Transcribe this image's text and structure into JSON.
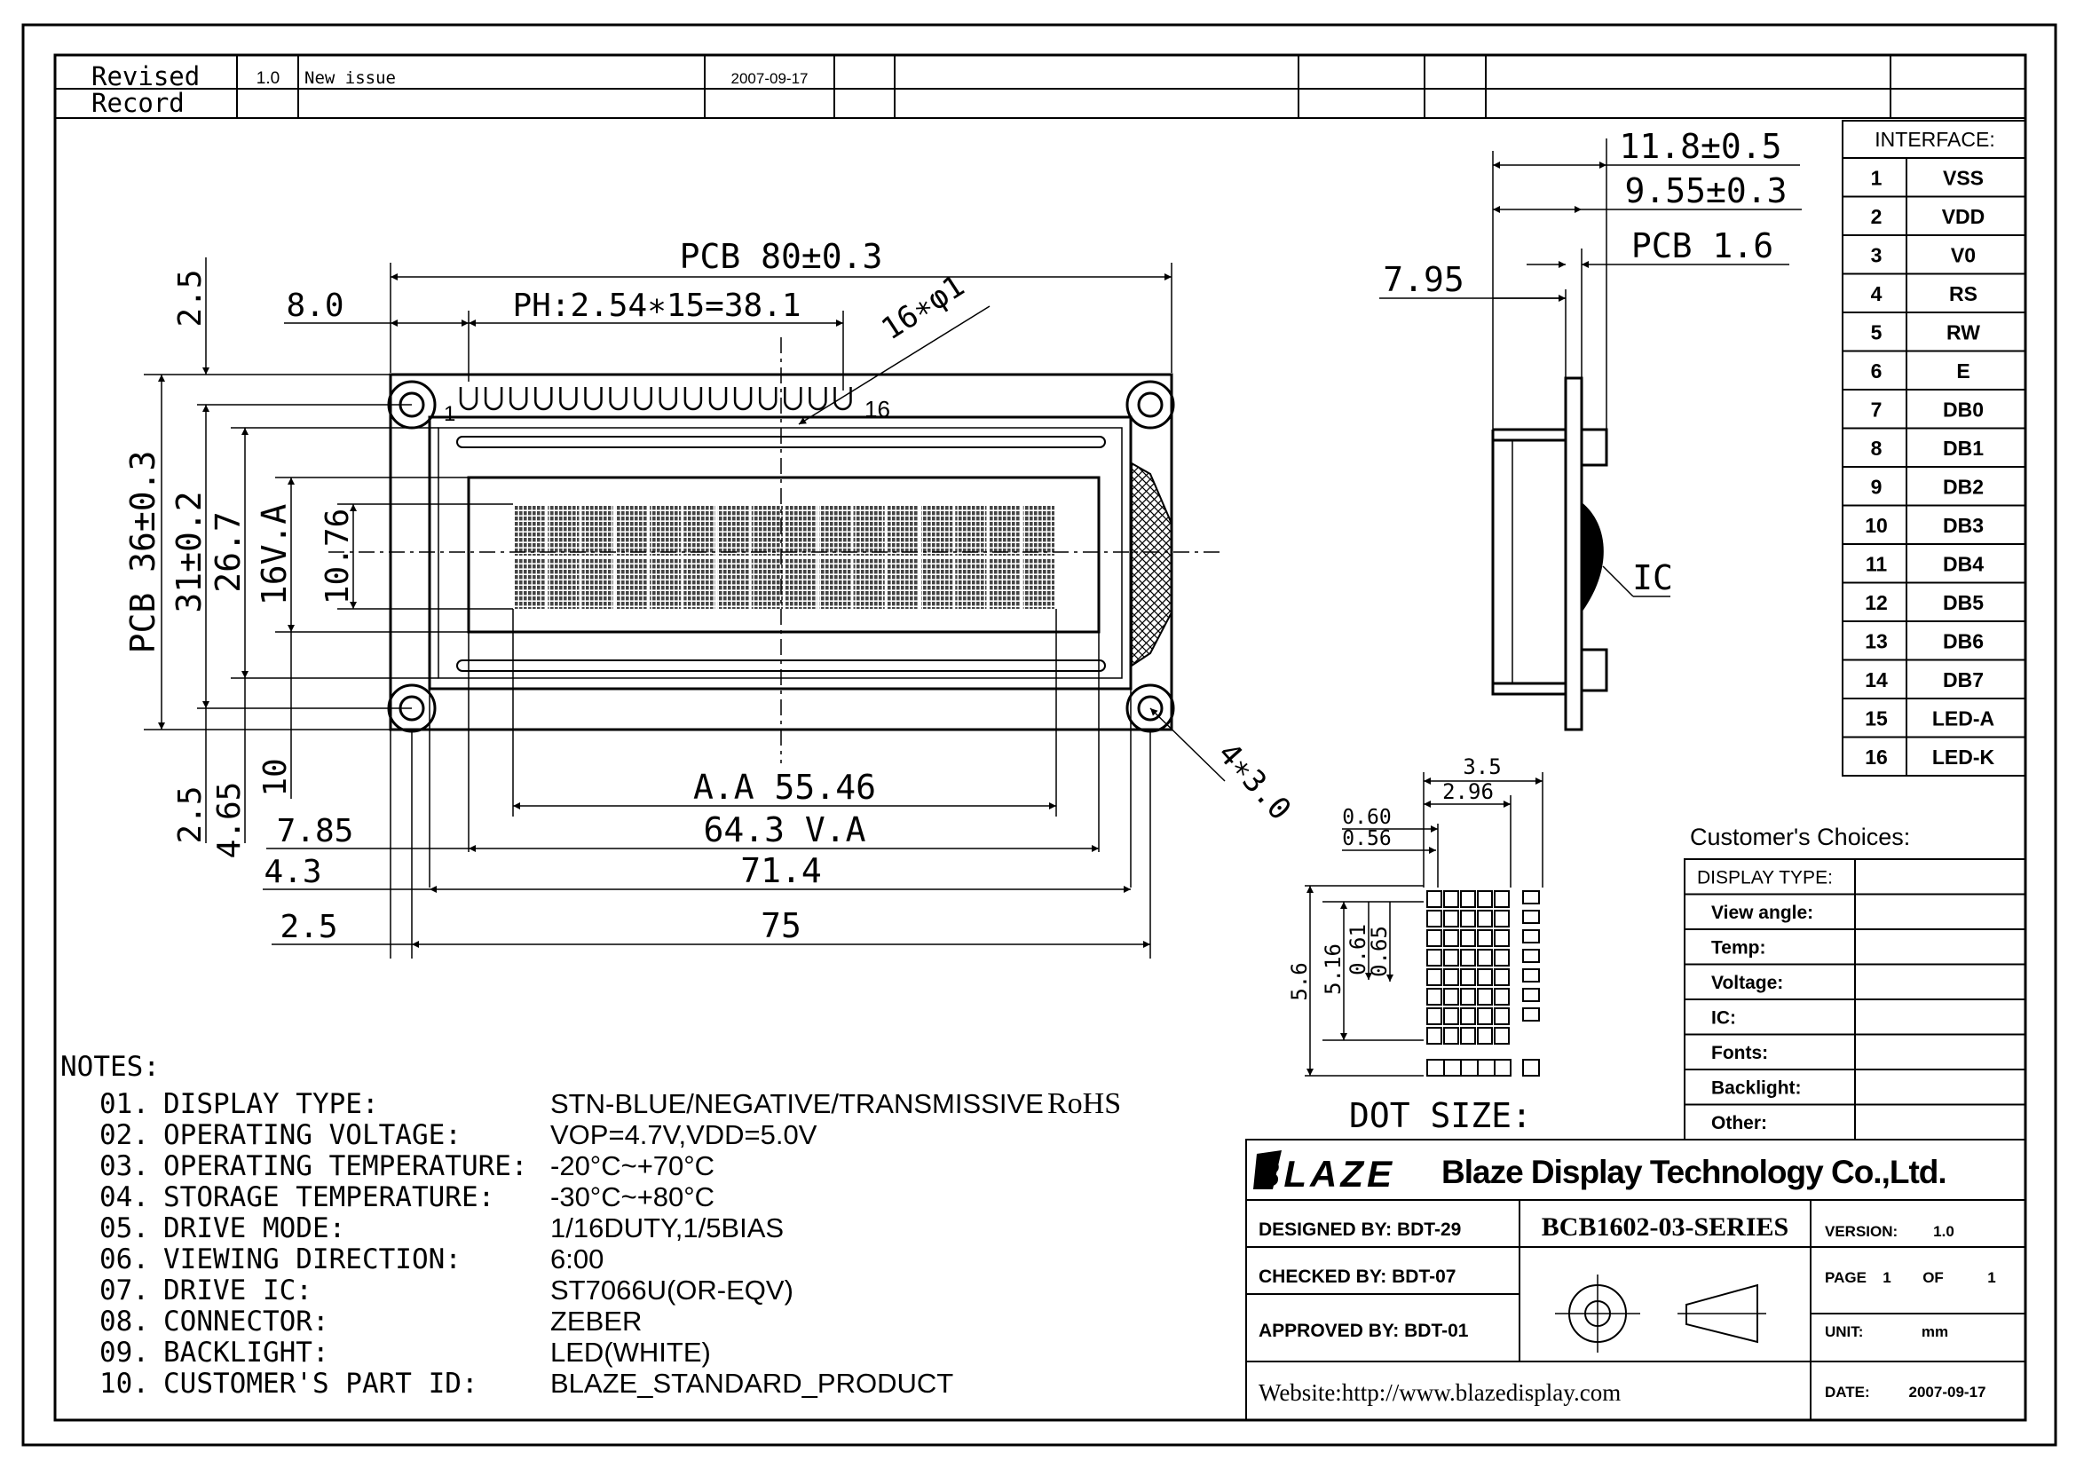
{
  "revision": {
    "heading": "Revised\nRecord",
    "version": "1.0",
    "description": "New issue",
    "date": "2007-09-17"
  },
  "front_view": {
    "dims": {
      "pcb_width": "PCB 80±0.3",
      "pin_pitch": "PH:2.54∗15=38.1",
      "left_offset_top": "8.0",
      "top_margin": "2.5",
      "pin_holes": "16∗φ1",
      "pin_first": "1",
      "pin_last": "16",
      "pcb_height": "PCB 36±0.3",
      "hole_spacing_v": "31±0.2",
      "bezel_height": "26.7",
      "va_height": "16V.A",
      "aa_height": "10.76",
      "bottom_2_5": "2.5",
      "bottom_4_65": "4.65",
      "bottom_10": "10",
      "mount_holes": "4∗3.0",
      "aa_width": "A.A 55.46",
      "va_width": "64.3 V.A",
      "bezel_width": "71.4",
      "hole_spacing_h": "75",
      "left_7_85": "7.85",
      "left_4_3": "4.3",
      "left_2_5": "2.5"
    }
  },
  "side_view": {
    "dims": {
      "total_thickness": "11.8±0.5",
      "module_thickness": "9.55±0.3",
      "pcb_thickness": "PCB 1.6",
      "bezel_offset": "7.95",
      "ic_label": "IC"
    }
  },
  "dot_size": {
    "title": "DOT SIZE:",
    "dims": {
      "char_width": "3.5",
      "dots_width": "2.96",
      "dot_pitch_w": "0.60",
      "dot_w": "0.56",
      "char_height": "5.6",
      "dots_height": "5.16",
      "dot_pitch_h": "0.61",
      "dot_h": "0.65"
    }
  },
  "interface": {
    "title": "INTERFACE:",
    "pins": [
      {
        "no": "1",
        "name": "VSS"
      },
      {
        "no": "2",
        "name": "VDD"
      },
      {
        "no": "3",
        "name": "V0"
      },
      {
        "no": "4",
        "name": "RS"
      },
      {
        "no": "5",
        "name": "RW"
      },
      {
        "no": "6",
        "name": "E"
      },
      {
        "no": "7",
        "name": "DB0"
      },
      {
        "no": "8",
        "name": "DB1"
      },
      {
        "no": "9",
        "name": "DB2"
      },
      {
        "no": "10",
        "name": "DB3"
      },
      {
        "no": "11",
        "name": "DB4"
      },
      {
        "no": "12",
        "name": "DB5"
      },
      {
        "no": "13",
        "name": "DB6"
      },
      {
        "no": "14",
        "name": "DB7"
      },
      {
        "no": "15",
        "name": "LED-A"
      },
      {
        "no": "16",
        "name": "LED-K"
      }
    ]
  },
  "customer_choices": {
    "title": "Customer's Choices:",
    "rows": [
      "DISPLAY TYPE:",
      "View angle:",
      "Temp:",
      "Voltage:",
      "IC:",
      "Fonts:",
      "Backlight:",
      "Other:"
    ]
  },
  "notes": {
    "heading": "NOTES:",
    "items": [
      {
        "num": "01.",
        "label": "DISPLAY TYPE:",
        "value": "STN-BLUE/NEGATIVE/TRANSMISSIVE",
        "extra": "RoHS"
      },
      {
        "num": "02.",
        "label": "OPERATING VOLTAGE:",
        "value": "VOP=4.7V,VDD=5.0V"
      },
      {
        "num": "03.",
        "label": "OPERATING TEMPERATURE:",
        "value": "-20°C~+70°C"
      },
      {
        "num": "04.",
        "label": "STORAGE TEMPERATURE:",
        "value": "-30°C~+80°C"
      },
      {
        "num": "05.",
        "label": "DRIVE MODE:",
        "value": "1/16DUTY,1/5BIAS"
      },
      {
        "num": "06.",
        "label": "VIEWING DIRECTION:",
        "value": "6:00"
      },
      {
        "num": "07.",
        "label": "DRIVE IC:",
        "value": "ST7066U(OR-EQV)"
      },
      {
        "num": "08.",
        "label": "CONNECTOR:",
        "value": "ZEBER"
      },
      {
        "num": "09.",
        "label": "BACKLIGHT:",
        "value": "LED(WHITE)"
      },
      {
        "num": "10.",
        "label": "CUSTOMER'S PART ID:",
        "value": "BLAZE_STANDARD_PRODUCT"
      }
    ]
  },
  "title_block": {
    "logo": "BLAZE",
    "company": "Blaze Display Technology Co.,Ltd.",
    "designed": "DESIGNED BY: BDT-29",
    "checked": "CHECKED BY: BDT-07",
    "approved": "APPROVED BY: BDT-01",
    "website": "Website:http://www.blazedisplay.com",
    "part_number": "BCB1602-03-SERIES",
    "version_label": "VERSION:",
    "version": "1.0",
    "page_label": "PAGE",
    "page": "1",
    "of_label": "OF",
    "pages": "1",
    "unit_label": "UNIT:",
    "unit": "mm",
    "date_label": "DATE:",
    "date": "2007-09-17"
  }
}
